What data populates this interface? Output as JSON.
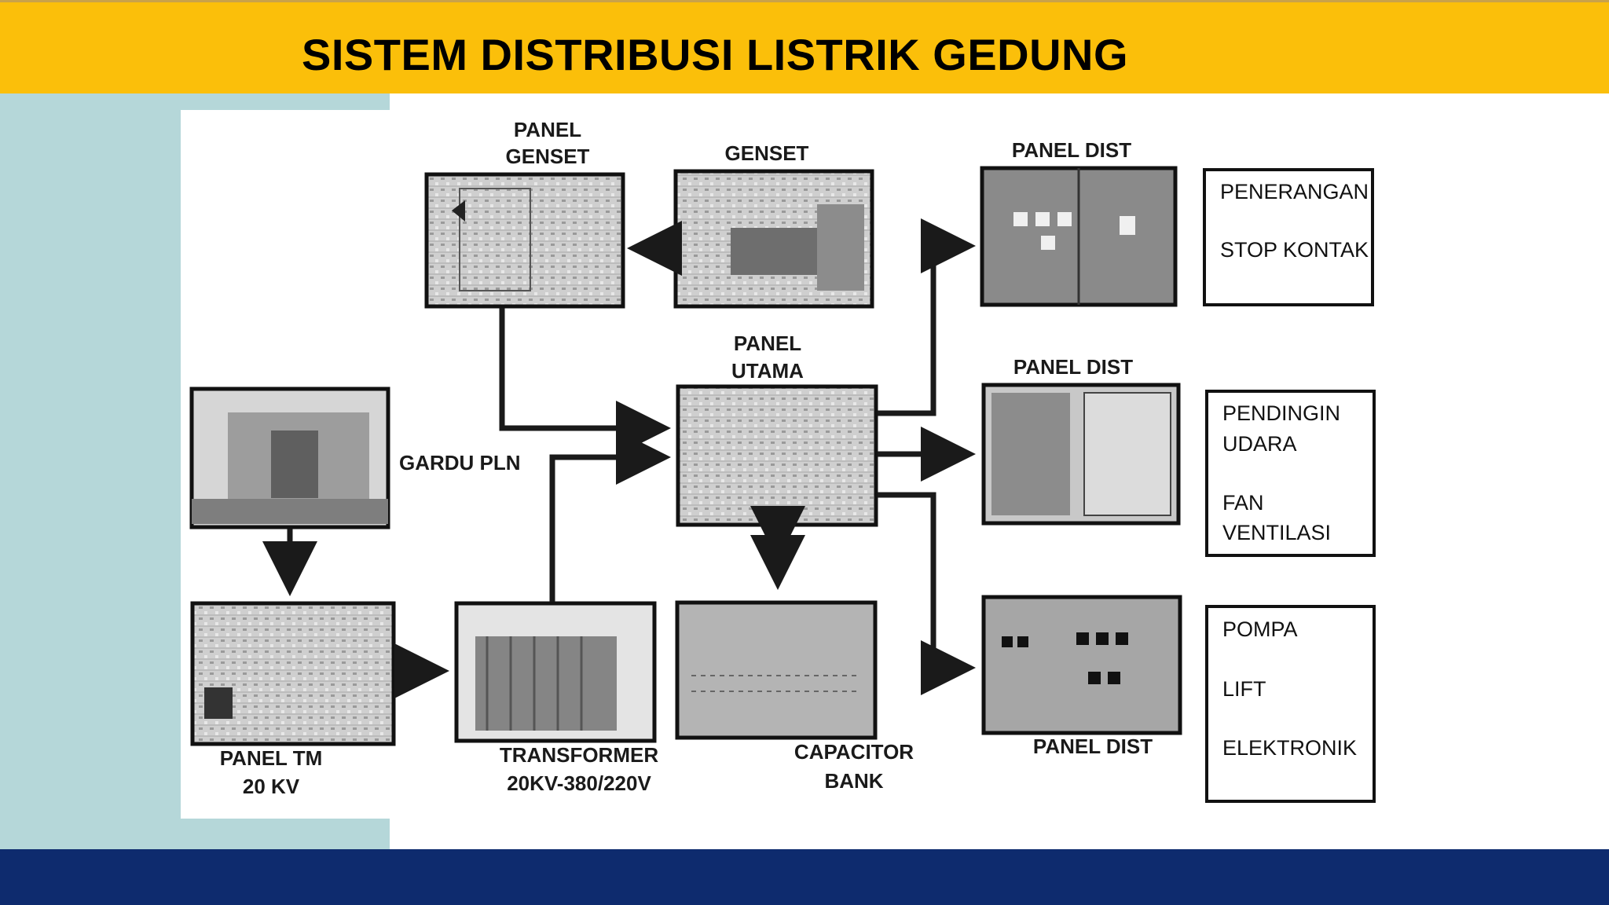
{
  "title": "SISTEM DISTRIBUSI LISTRIK GEDUNG",
  "colors": {
    "title_bar": "#fbbf0a",
    "side_panel": "#b5d7d9",
    "footer_bar": "#0e2b6e",
    "line": "#1a1a1a"
  },
  "components": {
    "panel_genset": [
      "PANEL",
      "GENSET"
    ],
    "genset": "GENSET",
    "panel_dist_1": "PANEL DIST",
    "panel_utama": [
      "PANEL",
      "UTAMA"
    ],
    "panel_dist_2": "PANEL DIST",
    "gardu_pln": "GARDU PLN",
    "panel_tm": [
      "PANEL TM",
      "20 KV"
    ],
    "transformer": [
      "TRANSFORMER",
      "20KV-380/220V"
    ],
    "capacitor_bank": [
      "CAPACITOR",
      "BANK"
    ],
    "panel_dist_3": "PANEL DIST"
  },
  "loads": {
    "group_1": [
      "PENERANGAN",
      "STOP KONTAK"
    ],
    "group_2": [
      "PENDINGIN",
      "UDARA",
      "FAN",
      "VENTILASI"
    ],
    "group_3": [
      "POMPA",
      "LIFT",
      "ELEKTRONIK"
    ]
  }
}
